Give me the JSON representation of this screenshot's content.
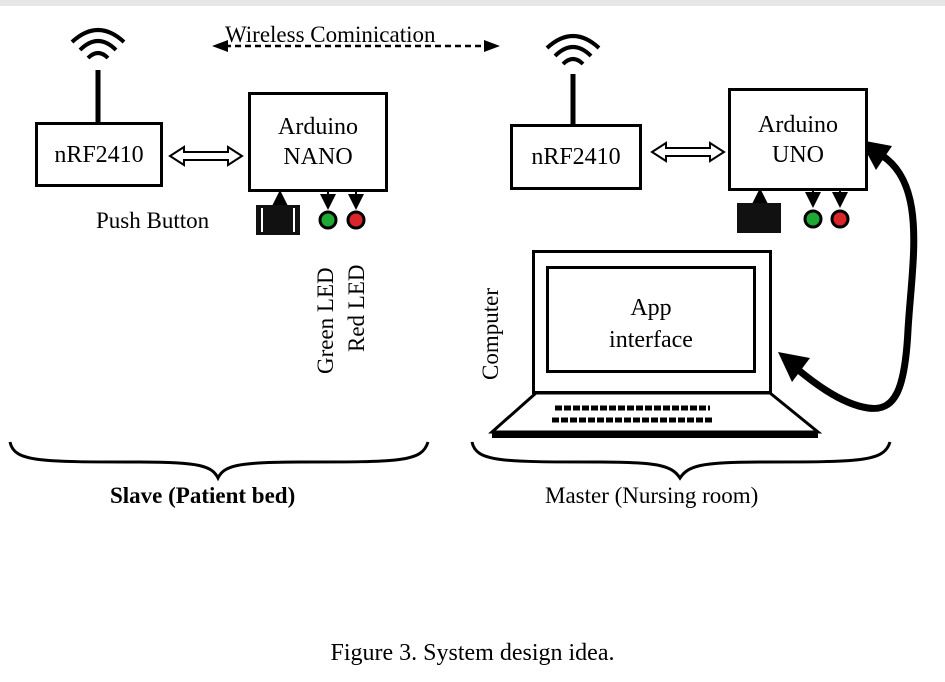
{
  "figure": {
    "wireless_label": "Wireless Cominication",
    "slave": {
      "radio_label": "nRF2410",
      "board_line1": "Arduino",
      "board_line2": "NANO",
      "push_button_label": "Push Button",
      "green_led_label": "Green LED",
      "red_led_label": "Red LED",
      "group_label": "Slave (Patient bed)"
    },
    "master": {
      "radio_label": "nRF2410",
      "board_line1": "Arduino",
      "board_line2": "UNO",
      "computer_label": "Computer",
      "app_line1": "App",
      "app_line2": "interface",
      "group_label": "Master (Nursing room)"
    },
    "colors": {
      "green_led": "#1fa834",
      "red_led": "#d8262a",
      "line": "#000000"
    },
    "caption": "Figure 3. System design idea."
  }
}
